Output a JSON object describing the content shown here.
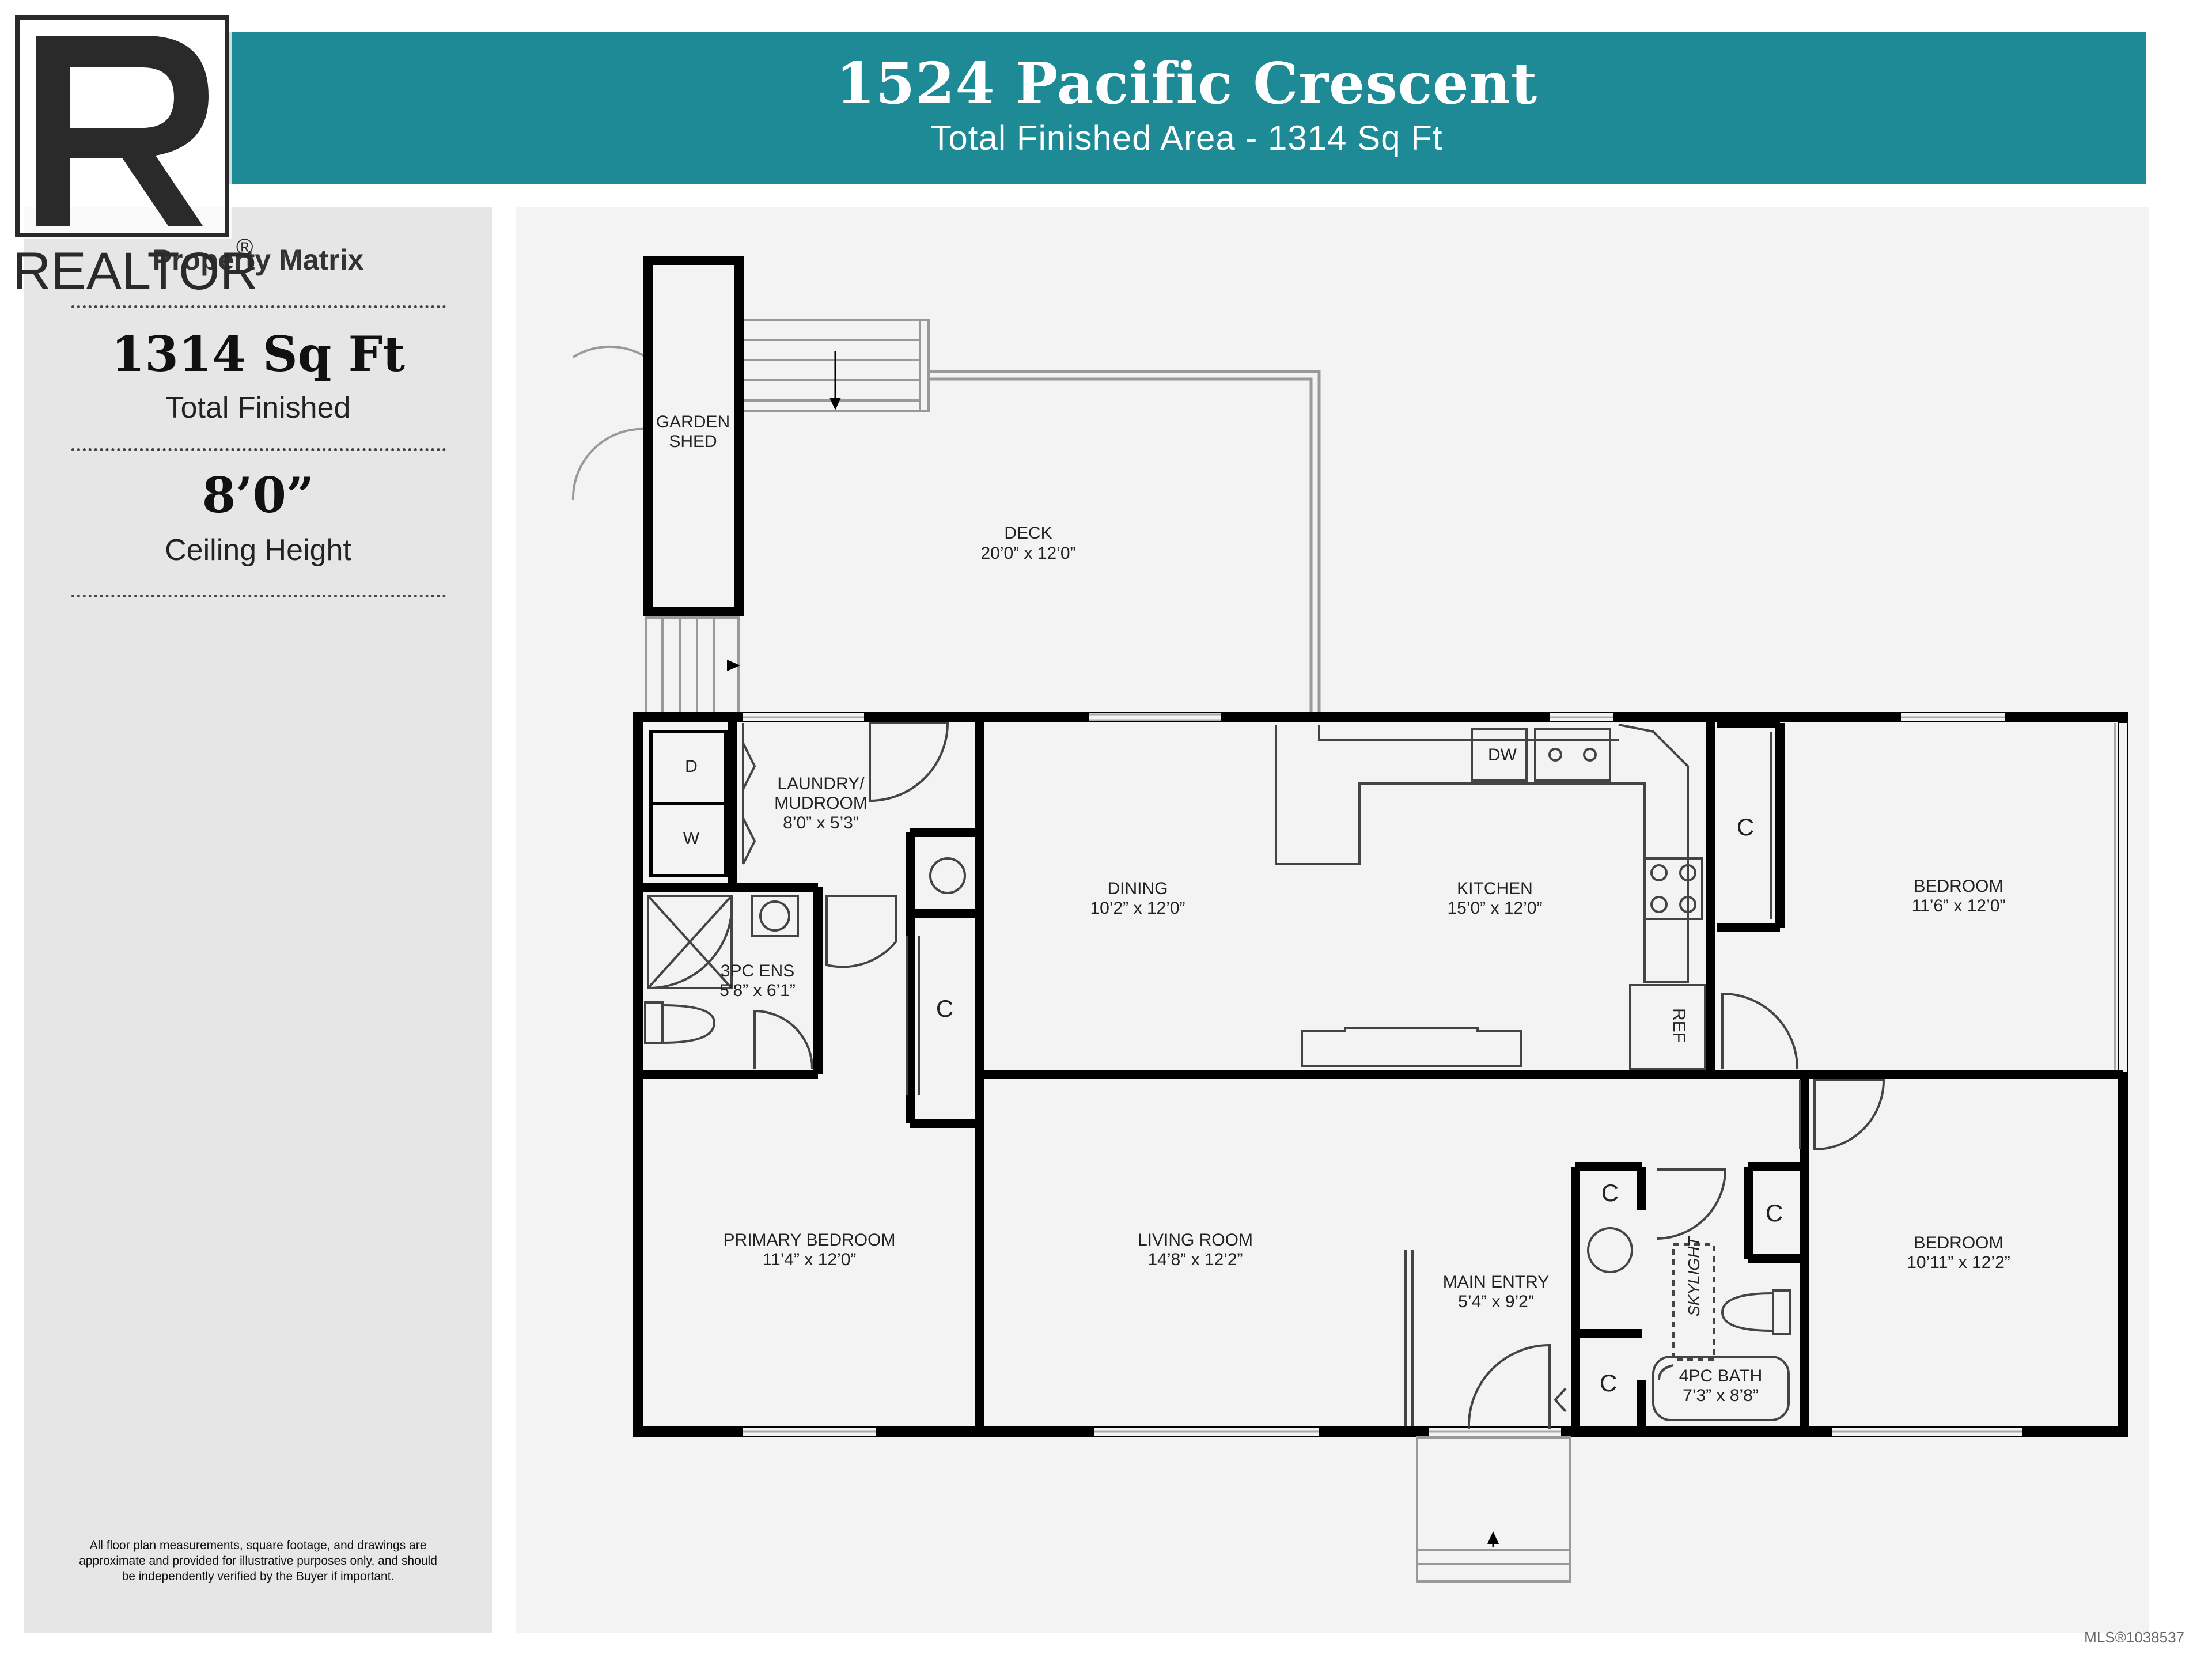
{
  "header": {
    "title": "1524 Pacific Crescent",
    "subtitle": "Total Finished Area - 1314 Sq Ft"
  },
  "logo": {
    "text": "REALTOR",
    "mark": "®",
    "color": "#2a2a2a"
  },
  "sidebar": {
    "title": "Property Matrix",
    "area_value": "1314 Sq Ft",
    "area_label": "Total Finished",
    "ceiling_value": "8’0”",
    "ceiling_label": "Ceiling Height",
    "disclaimer": "All floor plan measurements, square footage, and drawings are approximate and provided for illustrative purposes only, and should be independently verified by the Buyer if important."
  },
  "colors": {
    "accent": "#1e8a96",
    "wall": "#000000",
    "sidebar_bg": "#e6e6e6",
    "plan_bg": "#f3f3f3"
  },
  "rooms": {
    "garden_shed": {
      "line1": "GARDEN",
      "line2": "SHED"
    },
    "deck": {
      "name": "DECK",
      "dims": "20’0” x 12’0”"
    },
    "laundry": {
      "line1": "LAUNDRY/",
      "line2": "MUDROOM",
      "dims": "8’0” x 5’3”"
    },
    "dining": {
      "name": "DINING",
      "dims": "10’2” x 12’0”"
    },
    "kitchen": {
      "name": "KITCHEN",
      "dims": "15’0” x 12’0”"
    },
    "bedroom_ne": {
      "name": "BEDROOM",
      "dims": "11’6” x 12’0”"
    },
    "ensuite": {
      "name": "3PC ENS",
      "dims": "5’8” x 6’1”"
    },
    "primary": {
      "name": "PRIMARY BEDROOM",
      "dims": "11’4” x 12’0”"
    },
    "living": {
      "name": "LIVING ROOM",
      "dims": "14’8” x 12’2”"
    },
    "entry": {
      "name": "MAIN ENTRY",
      "dims": "5’4” x 9’2”"
    },
    "bath": {
      "name": "4PC BATH",
      "dims": "7’3” x 8’8”"
    },
    "bedroom_se": {
      "name": "BEDROOM",
      "dims": "10’11” x 12’2”"
    }
  },
  "fixtures": {
    "dryer": "D",
    "washer": "W",
    "dishwasher": "DW",
    "fridge": "REF",
    "closet": "C",
    "skylight": "SKYLIGHT"
  },
  "mls": "MLS®1038537"
}
